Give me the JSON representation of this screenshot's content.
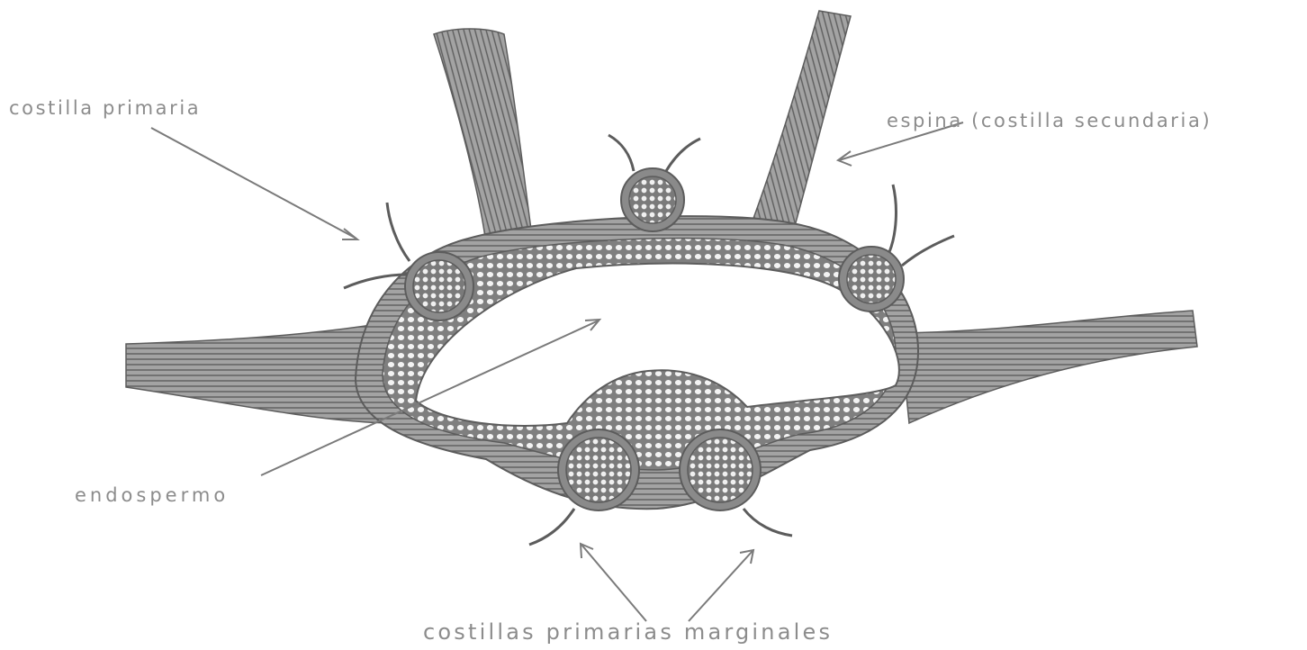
{
  "labels": {
    "primary_rib": "costilla primaria",
    "spine": "espina (costilla  secundaria)",
    "endosperm": "endospermo",
    "marginal_ribs": "costillas   primarias   marginales"
  },
  "colors": {
    "tissue": "#8f8f8f",
    "stroke": "#5c5c5c",
    "label": "#8c8c8c",
    "background": "#ffffff"
  }
}
